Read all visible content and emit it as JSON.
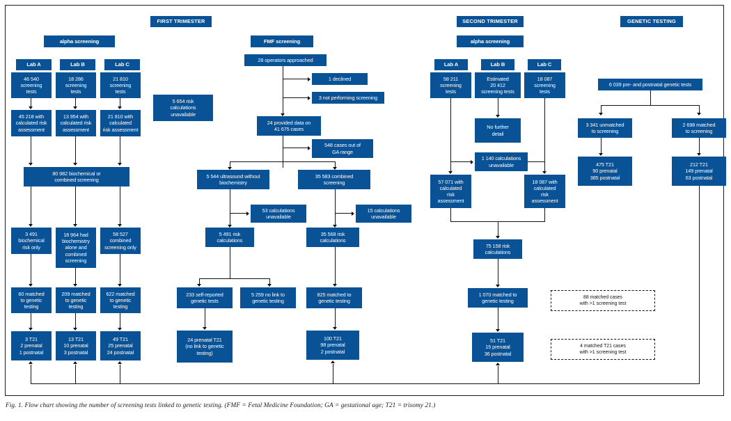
{
  "figure": {
    "caption": "Fig. 1. Flow chart showing the number of screening tests linked to genetic testing. (FMF = Fetal Medicine Foundation; GA = gestational age; T21 = trisomy 21.)",
    "accent_color": "#0a5296",
    "line_color": "#111111",
    "background": "#ffffff"
  },
  "headers": {
    "first_trimester": "FIRST TRIMESTER",
    "second_trimester": "SECOND TRIMESTER",
    "genetic_testing": "GENETIC TESTING"
  },
  "first_trimester": {
    "alpha_screening": "alpha screening",
    "labs": [
      "Lab A",
      "Lab B",
      "Lab C"
    ],
    "screening_tests": [
      "46 540\nscreening\ntests",
      "18 286\nscreening\ntests",
      "21 810\nscreening\ntests"
    ],
    "calculated_risk": [
      "45 218 with\ncalculated risk\nassessment",
      "13 954 with\ncalculated risk\nassessment",
      "21 810 with\ncalculated\nrisk assessment"
    ],
    "risk_unavailable": "5 654 risk\ncalculations\nunavailable",
    "combined": "80 982 biochemical or\ncombined screening",
    "split": [
      "3 491\nbiochemical\nrisk only",
      "18 964 had\nbiochemistry\nalone and\ncombined\nscreening",
      "58 527\ncombined\nscreening only"
    ],
    "matched": [
      "60 matched\nto genetic\ntesting",
      "209 matched\nto genetic\ntesting",
      "622 matched\nto genetic\ntesting"
    ],
    "t21": [
      "3 T21\n2 prenatal\n1 postnatal",
      "13 T21\n10 prenatal\n3 postnatal",
      "49 T21\n25 prenatal\n24 postnatal"
    ]
  },
  "fmf": {
    "title": "FMF screening",
    "operators": "28 operators approached",
    "declined": "1 declined",
    "not_performing": "3 not performing screening",
    "provided": "24 provided data on\n41 675 cases",
    "out_of_range": "548 cases out of\nGA range",
    "ultrasound": "5 544 ultrasound without\nbiochemistry",
    "combined": "35 583 combined\nscreening",
    "unavail_left": "53 calculations\nunavailable",
    "unavail_right": "15 calculations\nunavailable",
    "risk_left": "5 491 risk\ncalculations",
    "risk_right": "35 568 risk\ncalculations",
    "self_reported": "233 self-reported\ngenetic tests",
    "no_link": "5 259 no link to\ngenetic testing",
    "matched": "825 matched to\ngenetic testing",
    "t21_left": "24 prenatal T21\n(no link to genetic\ntesting)",
    "t21_right": "100 T21\n98 prenatal\n2 postnatal"
  },
  "second_trimester": {
    "alpha_screening": "alpha screening",
    "labs": [
      "Lab A",
      "Lab B",
      "Lab C"
    ],
    "screening_tests": [
      "58 211\nscreening\ntests",
      "Estimated\n20 412\nscreening tests",
      "18 087\nscreening\ntests"
    ],
    "no_further_detail": "No further\ndetail",
    "calculations_unavailable": "1 140 calculations\nunavailable",
    "calculated_risk": [
      "57 071 with\ncalculated\nrisk\nassessment",
      "18 087 with\ncalculated\nrisk\nassessment"
    ],
    "risk_calculations": "75 158 risk\ncalculations",
    "matched": "1 070 matched to\ngenetic testing",
    "t21": "51 T21\n15 prenatal\n36 postnatal"
  },
  "genetic_testing": {
    "total": "6 039 pre- and postnatal genetic tests",
    "unmatched": "3 341 unmatched\nto screening",
    "matched": "2 698 matched\nto screening",
    "t21_unmatched": "475 T21\n90 prenatal\n385 postnatal",
    "t21_matched": "212 T21\n149 prenatal\n63 postnatal"
  },
  "notes": {
    "matched_cases": "88 matched cases\nwith >1 screening test",
    "matched_t21_cases": "4 matched T21 cases\nwith >1 screening test"
  },
  "chart_data": {
    "type": "diagram",
    "title": "Flow chart showing the number of screening tests linked to genetic testing",
    "nodes": [
      {
        "id": "ft-header",
        "label": "FIRST TRIMESTER",
        "group": "first_trimester"
      },
      {
        "id": "ft-alpha",
        "label": "alpha screening",
        "group": "first_trimester"
      },
      {
        "id": "ft-labA",
        "label": "Lab A",
        "value": 46540
      },
      {
        "id": "ft-labB",
        "label": "Lab B",
        "value": 18286
      },
      {
        "id": "ft-labC",
        "label": "Lab C",
        "value": 21810
      },
      {
        "id": "ft-riskA",
        "value": 45218
      },
      {
        "id": "ft-riskB",
        "value": 13954
      },
      {
        "id": "ft-riskC",
        "value": 21810
      },
      {
        "id": "ft-unavail",
        "value": 5654
      },
      {
        "id": "ft-combined",
        "value": 80982
      },
      {
        "id": "ft-bio",
        "value": 3491
      },
      {
        "id": "ft-bioalone",
        "value": 18964
      },
      {
        "id": "ft-combonly",
        "value": 58527
      },
      {
        "id": "ft-match1",
        "value": 60
      },
      {
        "id": "ft-match2",
        "value": 209
      },
      {
        "id": "ft-match3",
        "value": 622
      },
      {
        "id": "ft-t21a",
        "value": 3,
        "prenatal": 2,
        "postnatal": 1
      },
      {
        "id": "ft-t21b",
        "value": 13,
        "prenatal": 10,
        "postnatal": 3
      },
      {
        "id": "ft-t21c",
        "value": 49,
        "prenatal": 25,
        "postnatal": 24
      },
      {
        "id": "fmf-operators",
        "value": 28
      },
      {
        "id": "fmf-declined",
        "value": 1
      },
      {
        "id": "fmf-notperf",
        "value": 3
      },
      {
        "id": "fmf-provided",
        "value": 24,
        "cases": 41675
      },
      {
        "id": "fmf-outofrange",
        "value": 548
      },
      {
        "id": "fmf-ultrasound",
        "value": 5544
      },
      {
        "id": "fmf-combined",
        "value": 35583
      },
      {
        "id": "fmf-unavail-l",
        "value": 53
      },
      {
        "id": "fmf-unavail-r",
        "value": 15
      },
      {
        "id": "fmf-risk-l",
        "value": 5491
      },
      {
        "id": "fmf-risk-r",
        "value": 35568
      },
      {
        "id": "fmf-self",
        "value": 233
      },
      {
        "id": "fmf-nolink",
        "value": 5259
      },
      {
        "id": "fmf-matched",
        "value": 825
      },
      {
        "id": "fmf-t21-l",
        "value": 24
      },
      {
        "id": "fmf-t21-r",
        "value": 100,
        "prenatal": 98,
        "postnatal": 2
      },
      {
        "id": "st-labA",
        "value": 58211
      },
      {
        "id": "st-labB",
        "value": 20412
      },
      {
        "id": "st-labC",
        "value": 18087
      },
      {
        "id": "st-unavail",
        "value": 1140
      },
      {
        "id": "st-riskA",
        "value": 57071
      },
      {
        "id": "st-riskC",
        "value": 18087
      },
      {
        "id": "st-risk",
        "value": 75158
      },
      {
        "id": "st-matched",
        "value": 1070
      },
      {
        "id": "st-t21",
        "value": 51,
        "prenatal": 15,
        "postnatal": 36
      },
      {
        "id": "gt-total",
        "value": 6039
      },
      {
        "id": "gt-unmatched",
        "value": 3341
      },
      {
        "id": "gt-matched",
        "value": 2698
      },
      {
        "id": "gt-t21-un",
        "value": 475,
        "prenatal": 90,
        "postnatal": 385
      },
      {
        "id": "gt-t21-m",
        "value": 212,
        "prenatal": 149,
        "postnatal": 63
      },
      {
        "id": "note-88",
        "value": 88
      },
      {
        "id": "note-4",
        "value": 4
      }
    ]
  }
}
